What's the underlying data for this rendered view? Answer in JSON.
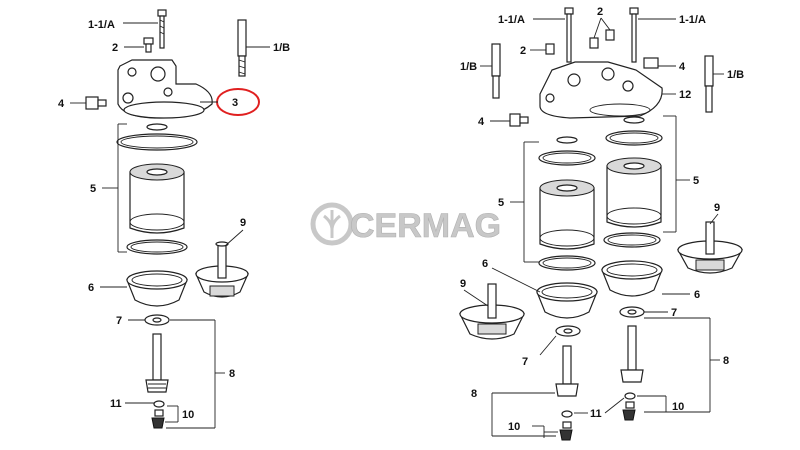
{
  "colors": {
    "highlight": "#e02020",
    "watermark": "#c8c8c8",
    "ink": "#222222"
  },
  "watermark": {
    "text": "CERMAG",
    "icon": "wheat-ring-icon"
  },
  "labels": {
    "left_1_1a": "1-1/A",
    "left_2": "2",
    "left_1b": "1/B",
    "left_3": "3",
    "left_4": "4",
    "left_5": "5",
    "left_6": "6",
    "left_7": "7",
    "left_8": "8",
    "left_9": "9",
    "left_10": "10",
    "left_11": "11",
    "right_1_1a_a": "1-1/A",
    "right_1_1a_b": "1-1/A",
    "right_2_a": "2",
    "right_2_b": "2",
    "right_1b_a": "1/B",
    "right_1b_b": "1/B",
    "right_4_a": "4",
    "right_4_b": "4",
    "right_12": "12",
    "right_5_a": "5",
    "right_5_b": "5",
    "right_6_a": "6",
    "right_6_b": "6",
    "right_7_a": "7",
    "right_7_b": "7",
    "right_8_a": "8",
    "right_8_b": "8",
    "right_9_a": "9",
    "right_9_b": "9",
    "right_10_a": "10",
    "right_10_b": "10",
    "right_11": "11"
  }
}
